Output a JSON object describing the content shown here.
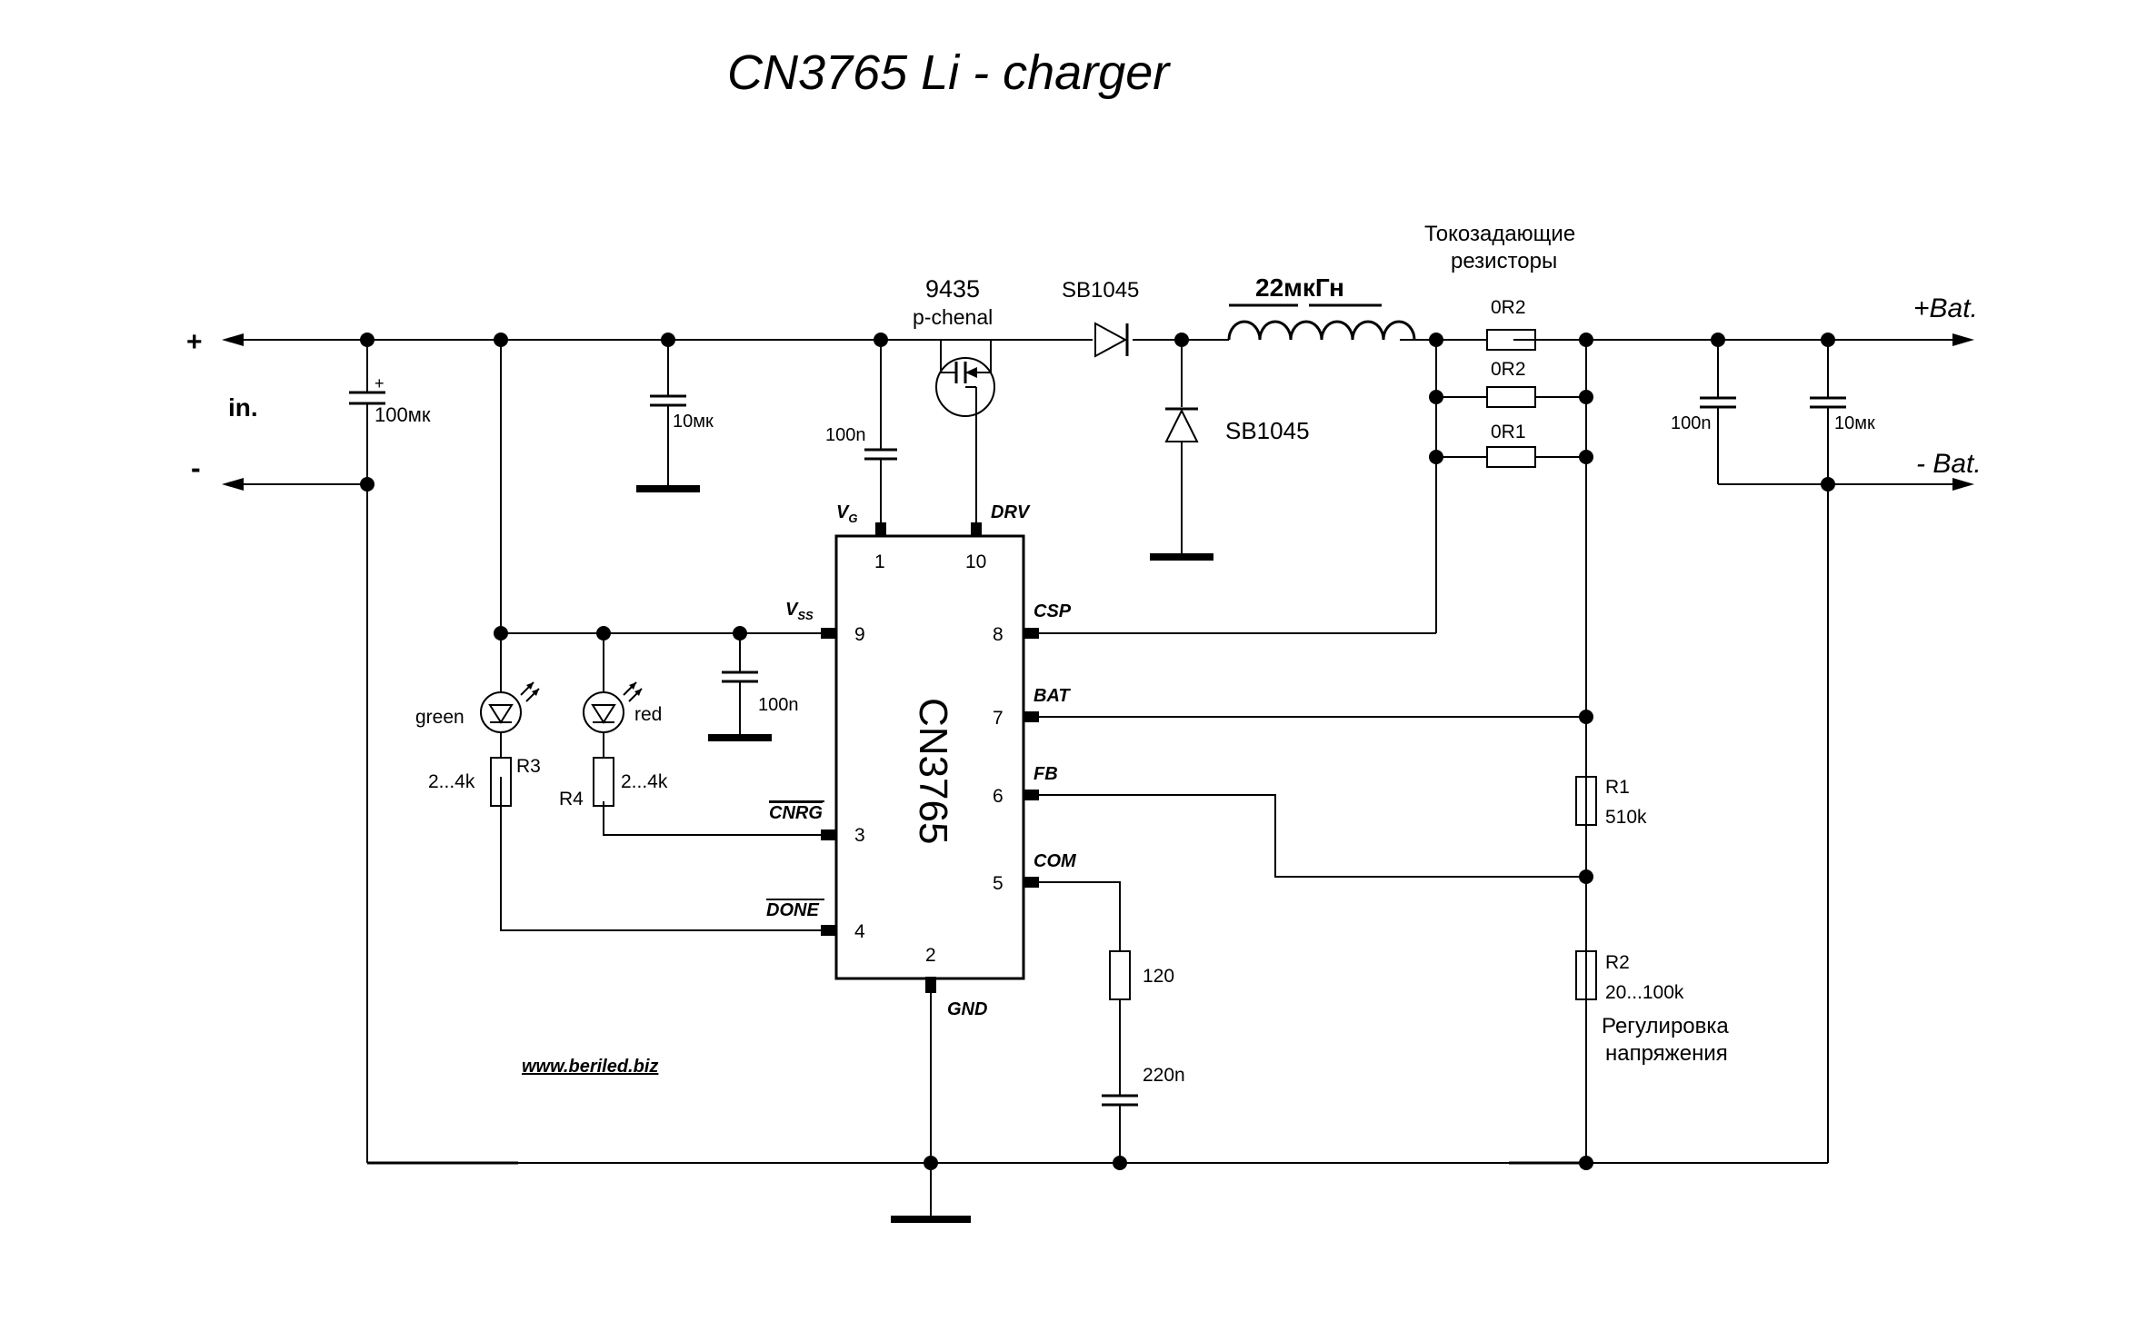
{
  "title": "CN3765  Li - charger",
  "website": "www.beriled.biz",
  "terminals": {
    "plus": "+",
    "input": "in.",
    "minus": "-",
    "bat_plus": "+Bat.",
    "bat_minus": "- Bat."
  },
  "components": {
    "c_in_bulk": "100мк",
    "c_in_bulk_polarity": "+",
    "c_in_small": "10мк",
    "c_vg": "100n",
    "mosfet_part": "9435",
    "mosfet_type": "p-chenal",
    "diode_series": "SB1045",
    "diode_freewheel": "SB1045",
    "inductor": "22мкГн",
    "sense_title_line1": "Токозадающие",
    "sense_title_line2": "резисторы",
    "rs1": "0R2",
    "rs2": "0R2",
    "rs3": "0R1",
    "c_out_small": "100n",
    "c_out_bulk": "10мк",
    "led_green": "green",
    "led_red": "red",
    "r3_name": "R3",
    "r3_value": "2...4k",
    "r4_name": "R4",
    "r4_value": "2...4k",
    "c_vss": "100n",
    "r1_name": "R1",
    "r1_value": "510k",
    "r2_name": "R2",
    "r2_value": "20...100k",
    "vadj_line1": "Регулировка",
    "vadj_line2": "напряжения",
    "r_com": "120",
    "c_com": "220n"
  },
  "ic": {
    "name": "CN3765",
    "pins": {
      "vg_name": "V",
      "vg_sub": "G",
      "vg_num": "1",
      "drv_name": "DRV",
      "drv_num": "10",
      "vss_name": "V",
      "vss_sub": "SS",
      "vss_num": "9",
      "cnrg_name": "CNRG",
      "cnrg_num": "3",
      "done_name": "DONE",
      "done_num": "4",
      "gnd_name": "GND",
      "gnd_num": "2",
      "csp_name": "CSP",
      "csp_num": "8",
      "bat_name": "BAT",
      "bat_num": "7",
      "fb_name": "FB",
      "fb_num": "6",
      "com_name": "COM",
      "com_num": "5"
    }
  }
}
